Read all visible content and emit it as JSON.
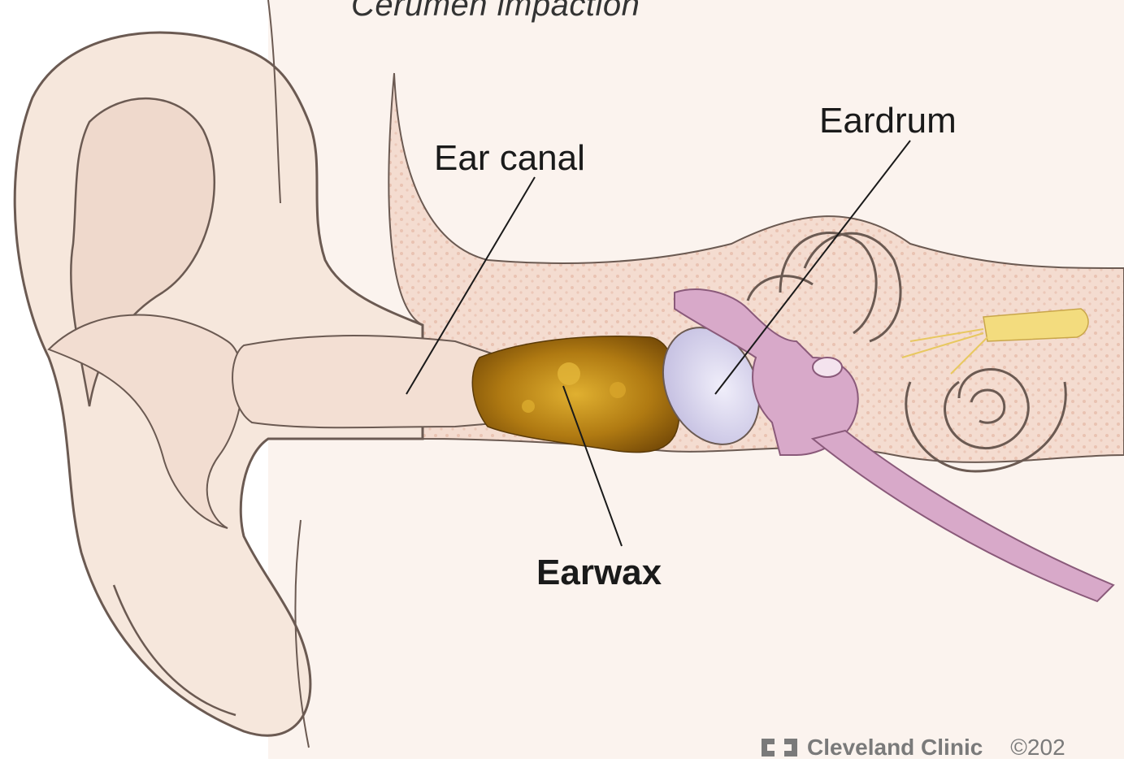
{
  "figure": {
    "title": "Cerumen impaction",
    "labels": {
      "eardrum": "Eardrum",
      "ear_canal": "Ear canal",
      "earwax": "Earwax"
    },
    "credit": {
      "brand": "Cleveland Clinic",
      "copyright": "©202"
    }
  },
  "colors": {
    "skin": "#f6e7dc",
    "skin_outline": "#6b5a52",
    "bone": "#f1d6c8",
    "earwax": "#b07a12",
    "eardrum": "#d9d6ee",
    "ossicles": "#d8a9c9",
    "nerve": "#f3dc7e"
  }
}
